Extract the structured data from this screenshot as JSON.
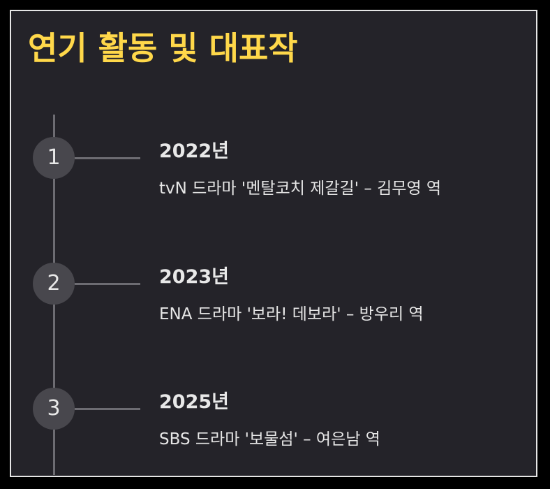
{
  "title": "연기 활동 및 대표작",
  "colors": {
    "page_background": "#000000",
    "panel_background": "#242329",
    "title": "#ffd84a",
    "text": "#e8e8e8",
    "node_fill": "#48474d",
    "line": "#6d6c72"
  },
  "timeline": [
    {
      "number": "1",
      "year": "2022년",
      "description": "tvN 드라마 '멘탈코치 제갈길' – 김무영 역"
    },
    {
      "number": "2",
      "year": "2023년",
      "description": "ENA 드라마 '보라! 데보라' – 방우리 역"
    },
    {
      "number": "3",
      "year": "2025년",
      "description": "SBS 드라마 '보물섬' – 여은남 역"
    }
  ]
}
